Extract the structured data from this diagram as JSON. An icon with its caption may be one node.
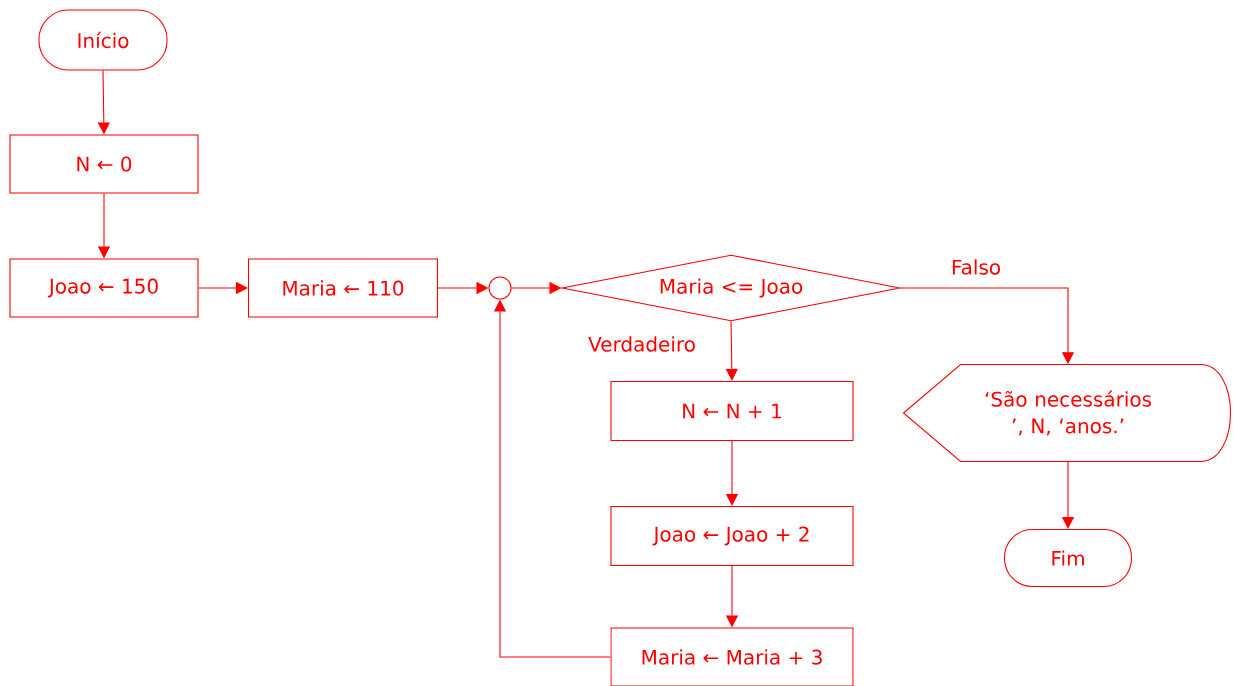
{
  "diagram": {
    "nodes": [
      {
        "text": [
          "Início"
        ]
      },
      {
        "text": [
          "N ← 0"
        ]
      },
      {
        "text": [
          "Joao ← 150"
        ]
      },
      {
        "text": [
          "Maria ← 110"
        ]
      },
      {
        "text": [],
        "shape": "circle"
      },
      {
        "text": [
          "Maria <= Joao"
        ]
      },
      {
        "text": [
          "N ← N + 1"
        ]
      },
      {
        "text": [
          "Joao ← Joao + 2"
        ]
      },
      {
        "text": [
          "Maria ← Maria + 3"
        ]
      },
      {
        "text": [
          "‘São necessários ’, N, ‘anos.’"
        ]
      },
      {
        "text": [
          "Fim"
        ]
      }
    ],
    "edges": [
      {
        "from": 0,
        "to": 1,
        "arrow": "to"
      },
      {
        "from": 1,
        "to": 2,
        "arrow": "to"
      },
      {
        "from": 2,
        "to": 3,
        "arrow": "to"
      },
      {
        "from": 3,
        "to": 4,
        "arrow": "to"
      },
      {
        "from": 4,
        "to": 5,
        "arrow": "to"
      },
      {
        "from": 5,
        "to": 6,
        "arrow": "to",
        "label": "Verdadeiro"
      },
      {
        "from": 5,
        "to": 9,
        "arrow": "to",
        "label": "Falso"
      },
      {
        "from": 6,
        "to": 7,
        "arrow": "to"
      },
      {
        "from": 7,
        "to": 8,
        "arrow": "to"
      },
      {
        "from": 8,
        "to": 4,
        "arrow": "to"
      },
      {
        "from": 9,
        "to": 10,
        "arrow": "to"
      }
    ]
  }
}
